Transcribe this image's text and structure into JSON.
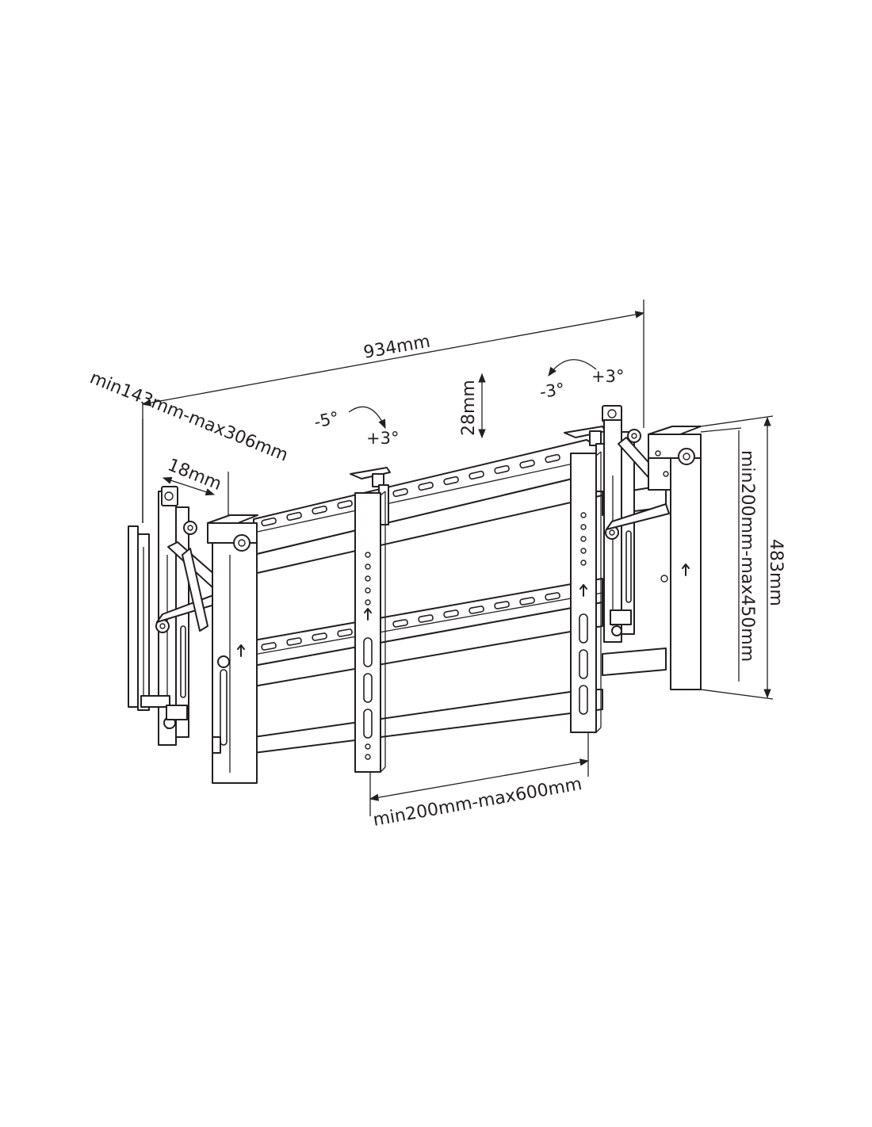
{
  "dimensions": {
    "overall_width": "934mm",
    "depth_range": "min143mm-max306mm",
    "arm_thickness": "18mm",
    "micro_adjust": "28mm",
    "height": "483mm",
    "vertical_range": "min200mm-max450mm",
    "horizontal_range": "min200mm-max600mm"
  },
  "tilt_left": {
    "minus": "-5°",
    "plus": "+3°"
  },
  "tilt_right": {
    "minus": "-3°",
    "plus": "+3°"
  },
  "colors": {
    "line": "#231f20",
    "background": "#ffffff"
  }
}
